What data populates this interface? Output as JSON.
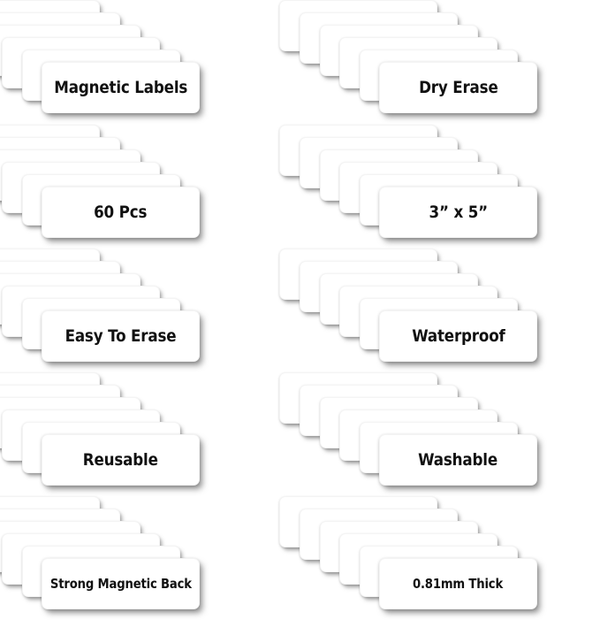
{
  "image": {
    "type": "product-feature-graphic",
    "background_color": "#ffffff",
    "card_color": "#ffffff",
    "text_color": "#111111",
    "columns": 2,
    "rows": 5,
    "cards_per_stack": 6
  },
  "features": [
    {
      "id": "magnetic-labels",
      "label": "Magnetic Labels",
      "column": 1,
      "row": 1,
      "size": "normal"
    },
    {
      "id": "dry-erase",
      "label": "Dry Erase",
      "column": 2,
      "row": 1,
      "size": "normal"
    },
    {
      "id": "60-pcs",
      "label": "60 Pcs",
      "column": 1,
      "row": 2,
      "size": "normal"
    },
    {
      "id": "3-x-5",
      "label": "3” x 5”",
      "column": 2,
      "row": 2,
      "size": "normal"
    },
    {
      "id": "easy-to-erase",
      "label": "Easy To Erase",
      "column": 1,
      "row": 3,
      "size": "normal"
    },
    {
      "id": "waterproof",
      "label": "Waterproof",
      "column": 2,
      "row": 3,
      "size": "normal"
    },
    {
      "id": "reusable",
      "label": "Reusable",
      "column": 1,
      "row": 4,
      "size": "normal"
    },
    {
      "id": "washable",
      "label": "Washable",
      "column": 2,
      "row": 4,
      "size": "normal"
    },
    {
      "id": "strong-magnetic-back",
      "label": "Strong Magnetic Back",
      "column": 1,
      "row": 5,
      "size": "small"
    },
    {
      "id": "0-81mm-thick",
      "label": "0.81mm Thick",
      "column": 2,
      "row": 5,
      "size": "small"
    }
  ]
}
